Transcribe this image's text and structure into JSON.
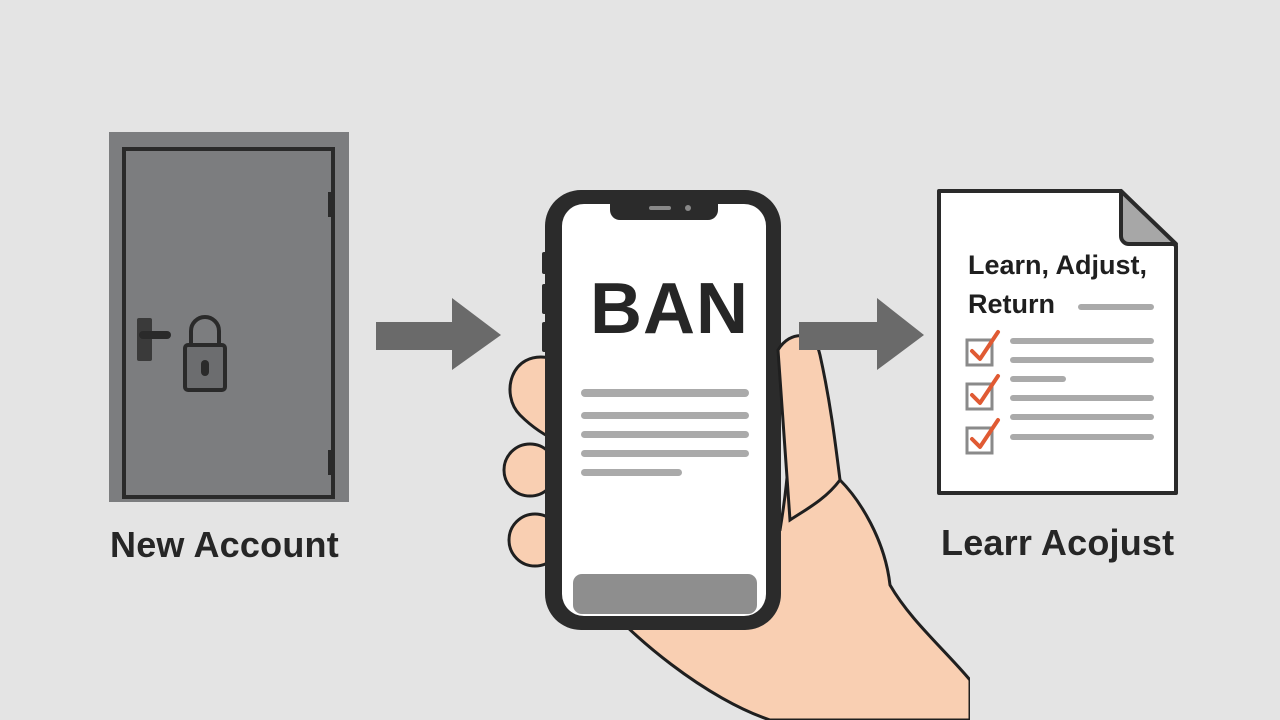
{
  "diagram": {
    "step1": {
      "label": "New Account",
      "icon": "locked-door-icon"
    },
    "arrow1": {
      "icon": "arrow-right-icon"
    },
    "step2": {
      "screen_title": "BAN",
      "icon": "hand-holding-phone-icon"
    },
    "arrow2": {
      "icon": "arrow-right-icon"
    },
    "step3": {
      "document_title_line1": "Learn, Adjust,",
      "document_title_line2": "Return",
      "label": "Learr Acojust",
      "icon": "checklist-document-icon",
      "checkbox_count": 3
    },
    "colors": {
      "background": "#e4e4e4",
      "door": "#7c7d7f",
      "arrow": "#6a6a6a",
      "phone_frame": "#2b2b2b",
      "skin": "#f9cfb2",
      "check": "#e05a33",
      "text": "#262626"
    }
  }
}
